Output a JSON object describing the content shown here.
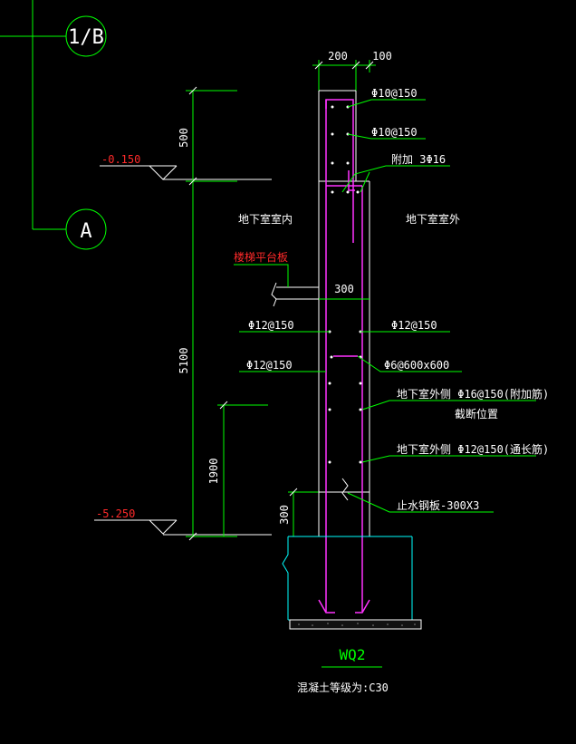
{
  "grid_labels": {
    "top": "1/B",
    "bottom": "A"
  },
  "levels": {
    "top": "-0.150",
    "bottom": "-5.250"
  },
  "dimensions": {
    "wall_width": "200",
    "cover": "100",
    "top_height": "500",
    "main_height": "5100",
    "lap_height": "1900",
    "base_height": "300",
    "slab_width": "300"
  },
  "rebar_labels": {
    "r1": "Φ10@150",
    "r2": "Φ10@150",
    "r3": "附加 3Φ16",
    "r4": "Φ12@150",
    "r5": "Φ12@150",
    "r6": "Φ12@150",
    "r7": "Φ6@600x600",
    "r8": "地下室外侧 Φ16@150(附加筋)",
    "r8b": "截断位置",
    "r9": "地下室外侧 Φ12@150(通长筋)",
    "r10": "止水钢板-300X3"
  },
  "zones": {
    "inside": "地下室室内",
    "outside": "地下室室外"
  },
  "stair_platform": "楼梯平台板",
  "title": "WQ2",
  "concrete_note": "混凝土等级为:C30",
  "colors": {
    "background": "#000000",
    "grid_line": "#00ff00",
    "wall_outline": "#ffffff",
    "rebar": "#ff33ff",
    "leader": "#00ff00",
    "foundation": "#00ffff",
    "red_text": "#ff2a2a"
  }
}
